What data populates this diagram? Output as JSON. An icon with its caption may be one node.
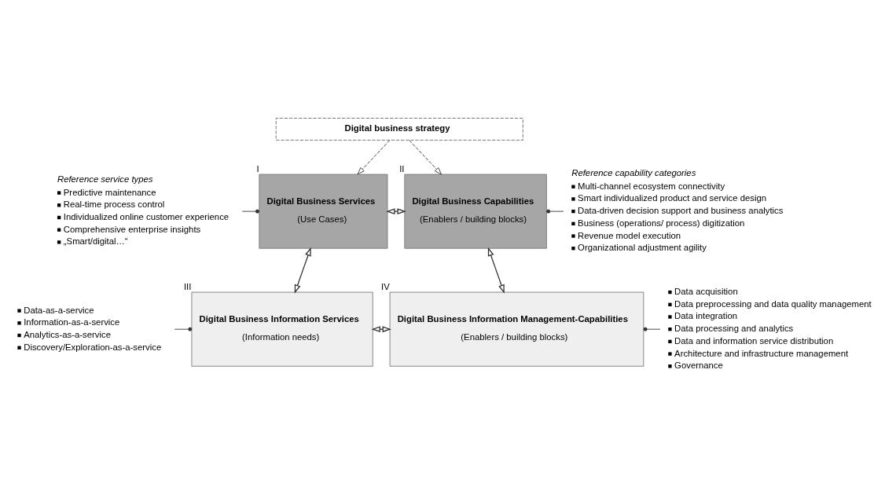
{
  "diagram": {
    "nodes": [
      {
        "text": [
          "Digital business strategy"
        ]
      },
      {
        "text": [
          "Digital Business Services",
          "(Use Cases)"
        ],
        "beside": [
          "I"
        ]
      },
      {
        "text": [
          "Digital Business Capabilities",
          "(Enablers / building blocks)"
        ],
        "beside": [
          "II"
        ]
      },
      {
        "text": [
          "Digital Business Information Services",
          "(Information needs)"
        ],
        "beside": [
          "III"
        ]
      },
      {
        "text": [
          "Digital Business Information Management-Capabilities",
          "(Enablers / building blocks)"
        ],
        "beside": [
          "IV"
        ]
      },
      {
        "text": [
          "Reference service types",
          "Predictive maintenance",
          "Real-time process control",
          "Individualized online customer experience",
          "Comprehensive enterprise insights",
          "„Smart/digital…“"
        ]
      },
      {
        "text": [
          "Reference capability categories",
          "Multi-channel ecosystem connectivity",
          "Smart individualized product and service design",
          "Data-driven decision support and business analytics",
          "Business (operations/ process) digitization",
          "Revenue model execution",
          "Organizational adjustment agility"
        ]
      },
      {
        "text": [
          "Data-as-a-service",
          "Information-as-a-service",
          "Analytics-as-a-service",
          "Discovery/Exploration-as-a-service"
        ]
      },
      {
        "text": [
          "Data acquisition",
          "Data preprocessing and data quality management",
          "Data integration",
          "Data processing and analytics",
          "Data and information service distribution",
          "Architecture and infrastructure management",
          "Governance"
        ]
      }
    ],
    "edges": [
      {
        "from": 0,
        "to": 1,
        "arrow": "to",
        "style": "dashed"
      },
      {
        "from": 0,
        "to": 2,
        "arrow": "to",
        "style": "dashed"
      },
      {
        "from": 1,
        "to": 2,
        "arrow": "both"
      },
      {
        "from": 1,
        "to": 3,
        "arrow": "both"
      },
      {
        "from": 2,
        "to": 4,
        "arrow": "both"
      },
      {
        "from": 3,
        "to": 4,
        "arrow": "both"
      },
      {
        "from": 5,
        "to": 1,
        "arrow": "other"
      },
      {
        "from": 6,
        "to": 2,
        "arrow": "other"
      },
      {
        "from": 7,
        "to": 3,
        "arrow": "other"
      },
      {
        "from": 8,
        "to": 4,
        "arrow": "other"
      }
    ]
  }
}
